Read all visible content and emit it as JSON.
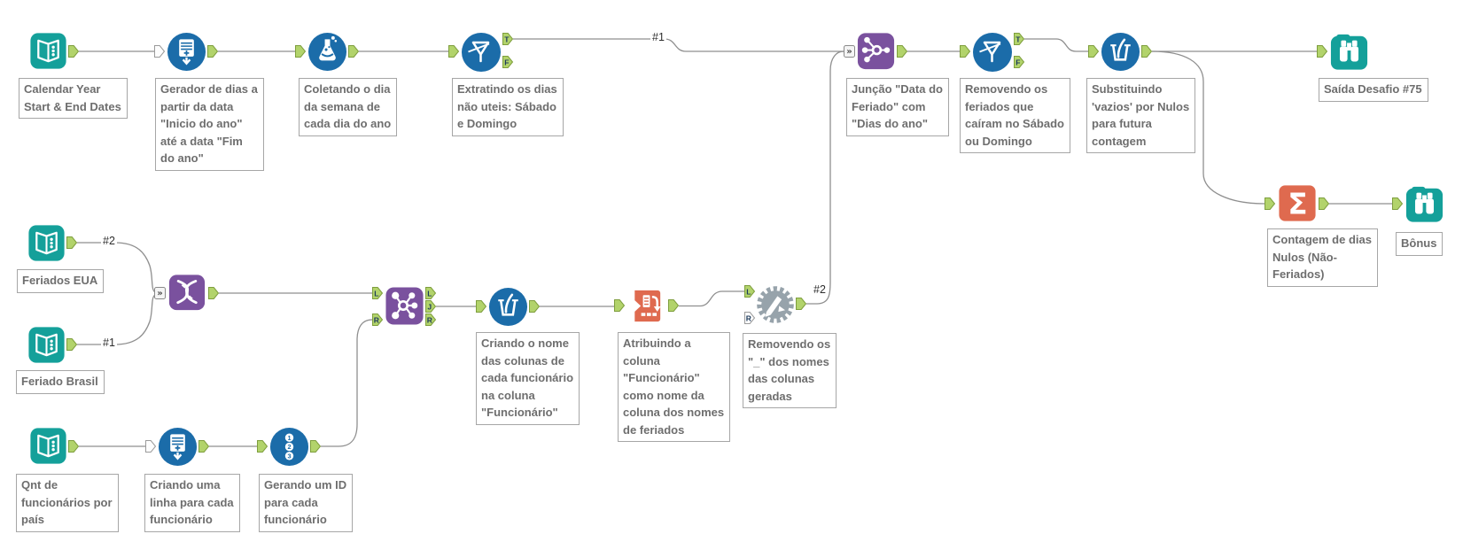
{
  "workflow": {
    "colors": {
      "canvas_bg": "#ffffff",
      "wire": "#8f8f8f",
      "teal": "#14A09A",
      "blue": "#1B6CA9",
      "purple": "#7A519E",
      "orange": "#DF6A4F",
      "gray_tool": "#97A3AB",
      "anchor_green": "#B2D36B",
      "anchor_border": "#7E9E3D",
      "anchor_letter": "#1E3B5C",
      "annotation_text": "#6e6e6e",
      "annotation_border": "#a6a6a6"
    },
    "anchor_letters": {
      "t": "T",
      "f": "F",
      "l": "L",
      "j": "J",
      "r": "R"
    },
    "icon_glyphs": {
      "sigma": "Σ",
      "multi_input": "»",
      "record_id_digits": [
        "1",
        "2",
        "3"
      ]
    },
    "connection_labels": {
      "filter_true_to_join": "#1",
      "rename_out_to_join": "#2",
      "feriados_eua_out": "#2",
      "feriado_brasil_out": "#1"
    },
    "tools": [
      {
        "type": "input-data",
        "label": "Calendar Year\nStart & End Dates"
      },
      {
        "type": "generate-rows",
        "label": "Gerador de dias a\npartir da data\n\"Inicio do ano\"\naté a data \"Fim\ndo ano\""
      },
      {
        "type": "formula",
        "label": "Coletando o dia\nda semana de\ncada dia do ano"
      },
      {
        "type": "filter",
        "label": "Extratindo os dias\nnão uteis: Sábado\ne Domingo"
      },
      {
        "type": "join-multiple",
        "label": "Junção \"Data do\nFeriado\" com\n\"Dias do ano\""
      },
      {
        "type": "filter",
        "label": "Removendo os\nferiados que\ncaíram no Sábado\nou Domingo"
      },
      {
        "type": "multi-field-formula",
        "label": "Substituindo\n'vazios' por Nulos\npara futura\ncontagem"
      },
      {
        "type": "browse",
        "label": "Saída Desafio #75"
      },
      {
        "type": "summarize",
        "label": "Contagem de dias\nNulos (Não-\nFeriados)"
      },
      {
        "type": "browse",
        "label": "Bônus"
      },
      {
        "type": "input-data",
        "label": "Feriados EUA"
      },
      {
        "type": "input-data",
        "label": "Feriado Brasil"
      },
      {
        "type": "union",
        "label": ""
      },
      {
        "type": "join",
        "label": ""
      },
      {
        "type": "multi-field-formula",
        "label": "Criando o nome\ndas colunas de\ncada funcionário\nna coluna\n\"Funcionário\""
      },
      {
        "type": "transpose",
        "label": "Atribuindo a\ncoluna\n\"Funcionário\"\ncomo nome da\ncoluna dos nomes\nde feriados"
      },
      {
        "type": "dynamic-rename",
        "label": "Removendo os\n\"_\" dos nomes\ndas colunas\ngeradas"
      },
      {
        "type": "input-data",
        "label": "Qnt de\nfuncionários por\npaís"
      },
      {
        "type": "generate-rows",
        "label": "Criando uma\nlinha para cada\nfuncionário"
      },
      {
        "type": "record-id",
        "label": "Gerando um ID\npara cada\nfuncionário"
      }
    ]
  }
}
